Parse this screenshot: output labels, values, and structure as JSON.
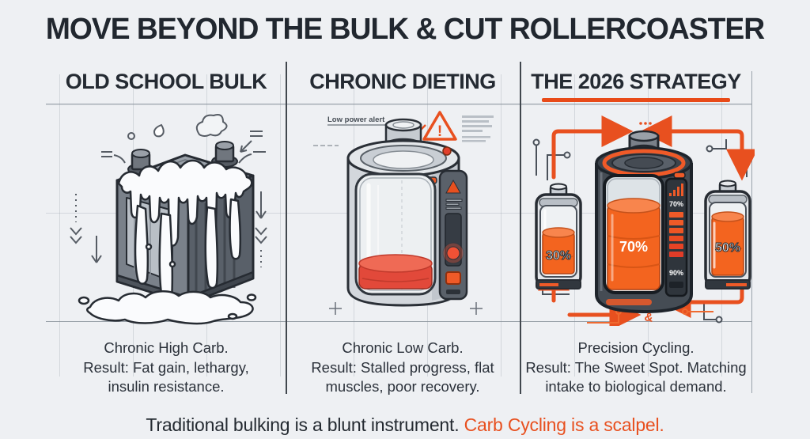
{
  "title": "MOVE BEYOND THE BULK & CUT ROLLERCOASTER",
  "columns": [
    {
      "header": "OLD SCHOOL BULK",
      "caption": [
        "Chronic High Carb.",
        "Result: Fat gain, lethargy,",
        "insulin resistance."
      ]
    },
    {
      "header": "CHRONIC DIETING",
      "annotation": "Low power alert",
      "warning_mark": "!",
      "caption": [
        "Chronic Low Carb.",
        "Result: Stalled progress, flat",
        "muscles, poor recovery."
      ]
    },
    {
      "header": "THE 2026 STRATEGY",
      "caption": [
        "Precision Cycling.",
        "Result: The Sweet Spot. Matching",
        "intake to biological demand."
      ]
    }
  ],
  "strategy_batteries": {
    "left_pct": "30%",
    "center_pct": "70%",
    "right_pct": "50%",
    "panel_top_pct": "70%",
    "panel_bottom_pct": "90%",
    "cycle_glyph": "&"
  },
  "footer": {
    "main": "Traditional bulking is a blunt instrument.",
    "accent": " Carb Cycling is a scalpel."
  },
  "colors": {
    "accent": "#E8501F",
    "header_underline": "#E84A18",
    "ink": "#21272F",
    "low_battery_red": "#E2493A",
    "fill_orange": "#F3641F",
    "background": "#EEF0F3"
  }
}
